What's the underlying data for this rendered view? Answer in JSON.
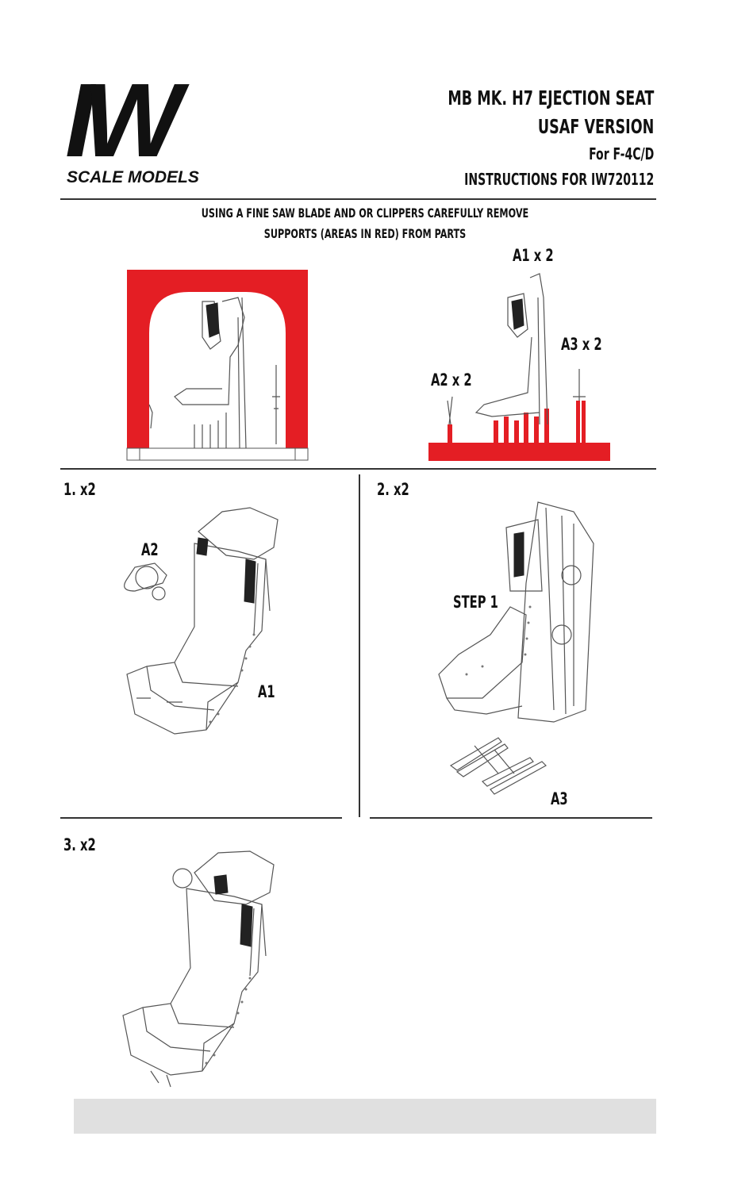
{
  "logo": {
    "mark": "IW",
    "subtitle": "SCALE MODELS"
  },
  "header": {
    "line1": "MB MK. H7 EJECTION SEAT",
    "line2": "USAF VERSION",
    "line3": "For F-4C/D",
    "line4": "INSTRUCTIONS FOR IW720112"
  },
  "instructions": {
    "line1": "USING A FINE SAW BLADE AND OR CLIPPERS CAREFULLY REMOVE",
    "line2": "SUPPORTS (AREAS IN RED) FROM PARTS"
  },
  "parts": {
    "a1": "A1 x 2",
    "a2": "A2 x 2",
    "a3": "A3 x 2"
  },
  "steps": [
    {
      "label": "1. x2",
      "callouts": {
        "a2": "A2",
        "a1": "A1"
      }
    },
    {
      "label": "2. x2",
      "callouts": {
        "step": "STEP 1",
        "a3": "A3"
      }
    },
    {
      "label": "3. x2"
    }
  ],
  "colors": {
    "support_red": "#e41e24",
    "footer_gray": "#e0e0e0"
  }
}
